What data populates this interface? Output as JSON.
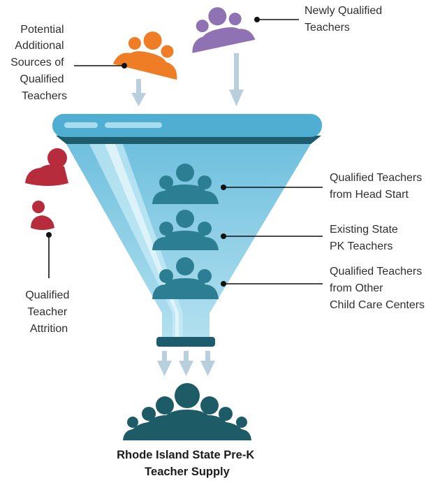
{
  "colors": {
    "orange_group": "#ee7d25",
    "purple_group": "#8f72b3",
    "red_group": "#b62c3c",
    "funnel_top": "#4faed1",
    "funnel_dark": "#1c5c6c",
    "funnel_body": "#8fd0e6",
    "inner_people": "#2c7f93",
    "output_people": "#1d5b67",
    "arrow": "#b8cfde"
  },
  "icons": {
    "orange": "people-group-icon",
    "purple": "people-group-icon",
    "red": "attrition-people-icon",
    "output": "people-group-icon"
  },
  "labels": {
    "potential": [
      "Potential",
      "Additional",
      "Sources of",
      "Qualified",
      "Teachers"
    ],
    "newly": [
      "Newly Qualified",
      "Teachers"
    ],
    "head_start": [
      "Qualified Teachers",
      "from Head Start"
    ],
    "existing": [
      "Existing State",
      "PK Teachers"
    ],
    "other_centers": [
      "Qualified Teachers",
      "from Other",
      "Child Care Centers"
    ],
    "attrition": [
      "Qualified",
      "Teacher",
      "Attrition"
    ],
    "bottom_title": [
      "Rhode Island State Pre-K",
      "Teacher Supply"
    ]
  }
}
